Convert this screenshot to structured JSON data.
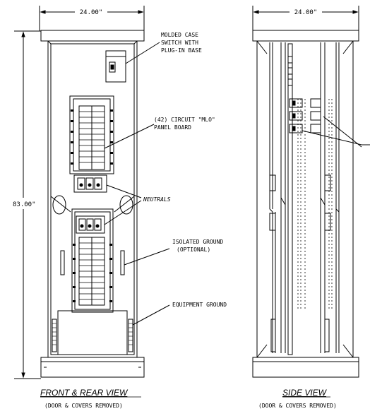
{
  "dimensions": {
    "front_width": "24.00\"",
    "side_width": "24.00\"",
    "height": "83.00\""
  },
  "callouts": {
    "molded_case_line1": "MOLDED CASE",
    "molded_case_line2": "SWITCH WITH",
    "molded_case_line3": "PLUG-IN BASE",
    "panel_line1": "(42) CIRCUIT \"MLO\"",
    "panel_line2": "PANEL BOARD",
    "neutrals": "NEUTRALS",
    "isolated_line1": "ISOLATED GROUND",
    "isolated_line2": "(OPTIONAL)",
    "equipment_ground": "EQUIPMENT GROUND"
  },
  "views": {
    "front_title": "FRONT & REAR VIEW",
    "front_subtitle": "(DOOR & COVERS REMOVED)",
    "side_title": "SIDE VIEW",
    "side_subtitle": "(DOOR & COVERS REMOVED)"
  },
  "colors": {
    "line": "#000000",
    "background": "#ffffff"
  }
}
